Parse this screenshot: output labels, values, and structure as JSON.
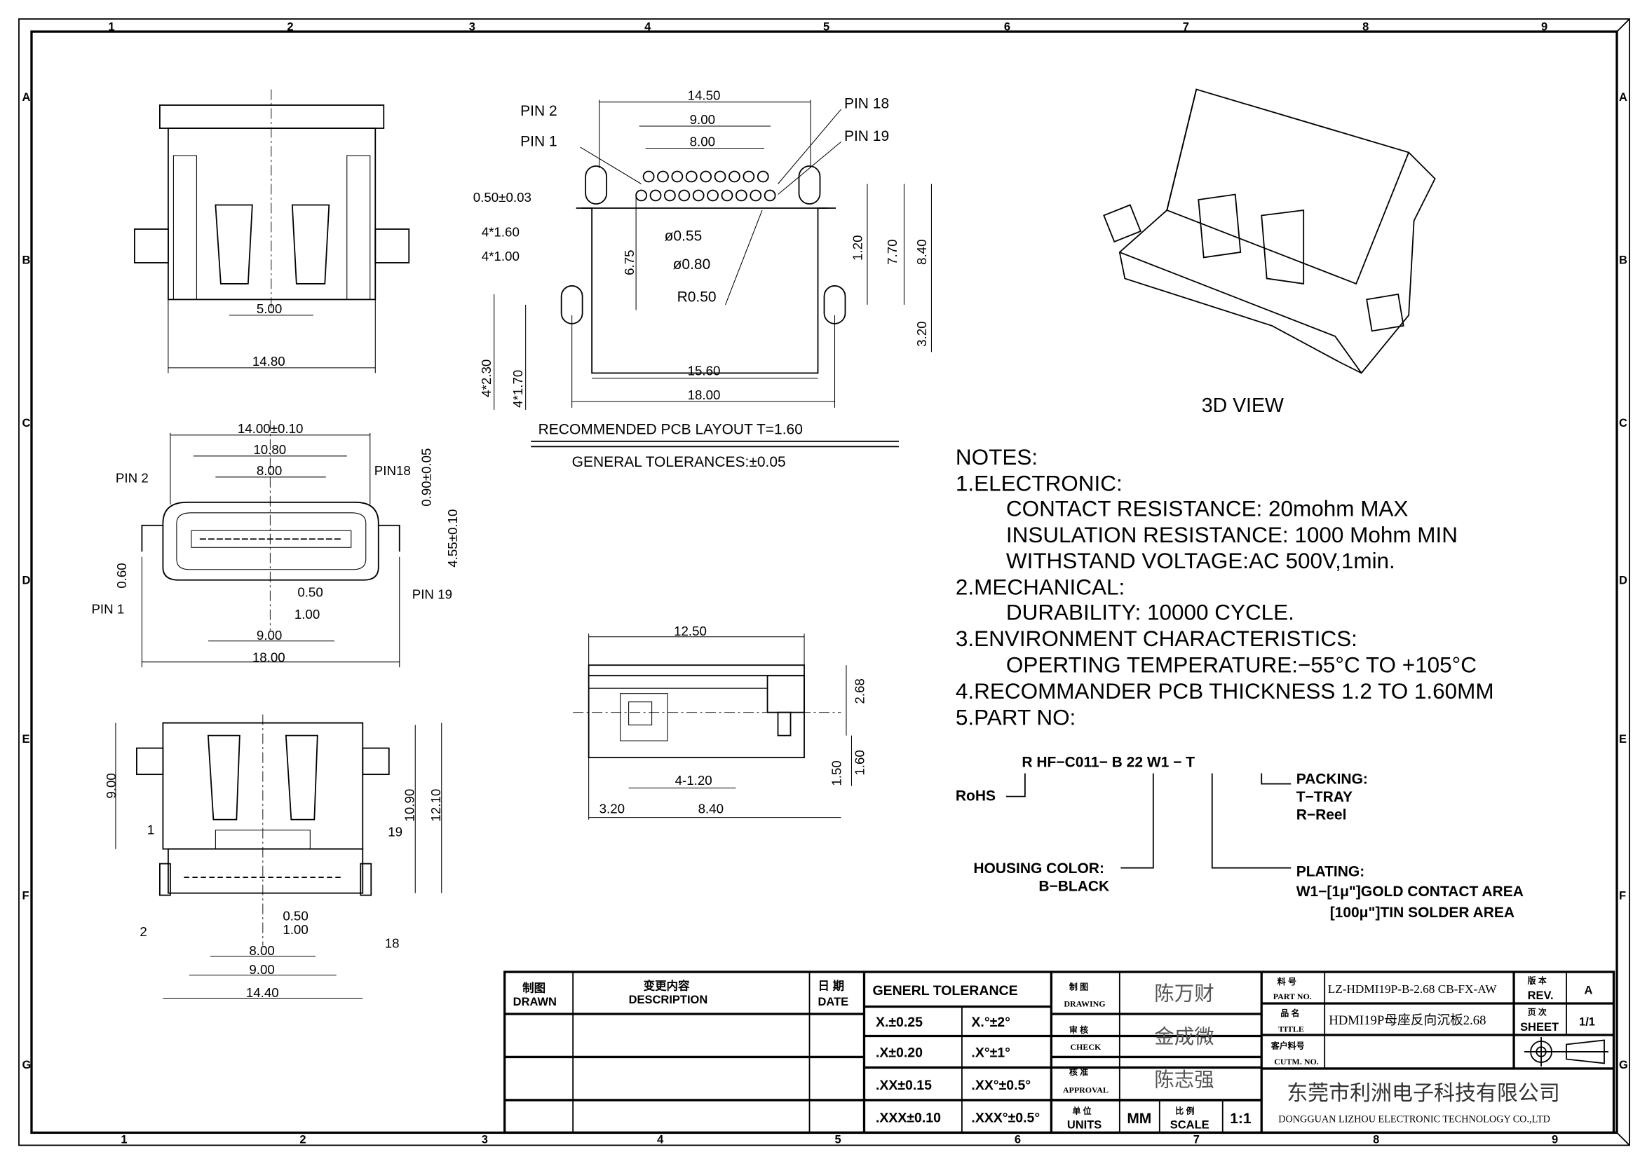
{
  "frame": {
    "zones_top": [
      "1",
      "2",
      "3",
      "4",
      "5",
      "6",
      "7",
      "8",
      "9"
    ],
    "zones_side": [
      "A",
      "B",
      "C",
      "D",
      "E",
      "F",
      "G"
    ]
  },
  "top_view": {
    "dims": [
      "5.00",
      "14.80"
    ]
  },
  "pcb_layout": {
    "dims": [
      "PIN 2",
      "PIN 1",
      "14.50",
      "9.00",
      "8.00",
      "PIN 18",
      "PIN 19",
      "0.50±0.03",
      "4*1.60",
      "4*1.00",
      "6.75",
      "ø0.55",
      "ø0.80",
      "R0.50",
      "1.20",
      "7.70",
      "8.40",
      "3.20",
      "4*2.30",
      "4*1.70",
      "15.60",
      "18.00"
    ],
    "title": "RECOMMENDED  PCB  LAYOUT  T=1.60",
    "tolerance": "GENERAL  TOLERANCES:±0.05"
  },
  "view_3d": {
    "title": "3D  VIEW"
  },
  "front_view": {
    "dims": [
      "14.00±0.10",
      "10.80",
      "8.00",
      "PIN 2",
      "PIN18",
      "0.90±0.05",
      "4.55±0.10",
      "0.60",
      "PIN 1",
      "0.50",
      "1.00",
      "PIN 19",
      "9.00",
      "18.00"
    ]
  },
  "side_view": {
    "dims": [
      "12.50",
      "2.68",
      "1.50",
      "1.60",
      "4-1.20",
      "3.20",
      "8.40"
    ]
  },
  "bottom_view": {
    "dims": [
      "9.00",
      "10.90",
      "12.10",
      "1",
      "19",
      "0.50",
      "1.00",
      "2",
      "18",
      "8.00",
      "9.00",
      "14.40"
    ]
  },
  "notes": {
    "lines": [
      "NOTES:",
      "1.ELECTRONIC:",
      "CONTACT  RESISTANCE:  20mohm  MAX",
      "INSULATION  RESISTANCE:  1000  Mohm  MIN",
      "WITHSTAND  VOLTAGE:AC  500V,1min.",
      "2.MECHANICAL:",
      "DURABILITY:  10000  CYCLE.",
      "3.ENVIRONMENT  CHARACTERISTICS:",
      "OPERTING  TEMPERATURE:−55°C  TO  +105°C",
      "4.RECOMMANDER  PCB  THICKNESS  1.2  TO  1.60MM",
      "5.PART  NO:"
    ]
  },
  "part_no": {
    "code": "R  HF−C011−  B  22  W1  −  T",
    "rohs": "RoHS",
    "packing": [
      "PACKING:",
      "T−TRAY",
      "R−Reel"
    ],
    "housing": [
      "HOUSING  COLOR:",
      "B−BLACK"
    ],
    "plating": [
      "PLATING:",
      "W1−[1μ\"]GOLD  CONTACT  AREA",
      "[100μ\"]TIN  SOLDER  AREA"
    ]
  },
  "title_block": {
    "drawn_cn": "制图",
    "drawn_en": "DRAWN",
    "desc_cn": "变更内容",
    "desc_en": "DESCRIPTION",
    "date_cn": "日 期",
    "date_en": "DATE",
    "tolerance_title": "GENERL  TOLERANCE",
    "tolerances": [
      [
        "X.±0.25",
        "X.°±2°"
      ],
      [
        ".X±0.20",
        ".X°±1°"
      ],
      [
        ".XX±0.15",
        ".XX°±0.5°"
      ],
      [
        ".XXX±0.10",
        ".XXX°±0.5°"
      ]
    ],
    "drawing_cn": "制 图",
    "drawing_en": "DRAWING",
    "drawing_name": "陈万财",
    "check_cn": "审 核",
    "check_en": "CHECK",
    "check_name": "金成微",
    "approval_cn": "核 准",
    "approval_en": "APPROVAL",
    "approval_name": "陈志强",
    "units_cn": "单 位",
    "units_en": "UNITS",
    "units_value": "MM",
    "scale_cn": "比 例",
    "scale_en": "SCALE",
    "scale_value": "1:1",
    "part_cn": "料 号",
    "part_en": "PART NO.",
    "part_value": "LZ-HDMI19P-B-2.68 CB-FX-AW",
    "title_cn": "品 名",
    "title_en": "TITLE",
    "title_value": "HDMI19P母座反向沉板2.68",
    "cust_cn": "客户料号",
    "cust_en": "CUTM. NO.",
    "rev_cn": "版 本",
    "rev_en": "REV.",
    "rev_value": "A",
    "sheet_cn": "页 次",
    "sheet_en": "SHEET",
    "sheet_value": "1/1",
    "company_cn": "东莞市利洲电子科技有限公司",
    "company_en": "DONGGUAN LIZHOU ELECTRONIC TECHNOLOGY CO.,LTD"
  }
}
